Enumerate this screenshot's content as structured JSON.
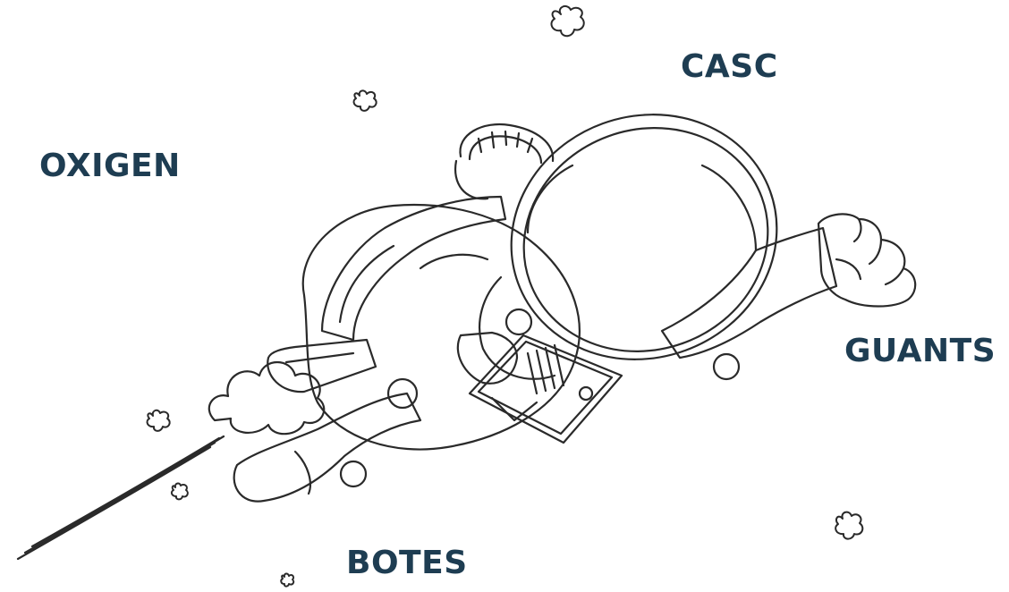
{
  "labels": {
    "top_cutoff": "",
    "casc": "CASC",
    "oxigen": "OXIGEN",
    "guants": "GUANTS",
    "botes": "BOTES"
  },
  "colors": {
    "label_text": "#1e3d52",
    "line_art": "#2a2a2a",
    "background": "#ffffff"
  },
  "illustration": {
    "subject": "astronaut flying with jet trail",
    "icons": [
      "star-puff-icon"
    ]
  }
}
